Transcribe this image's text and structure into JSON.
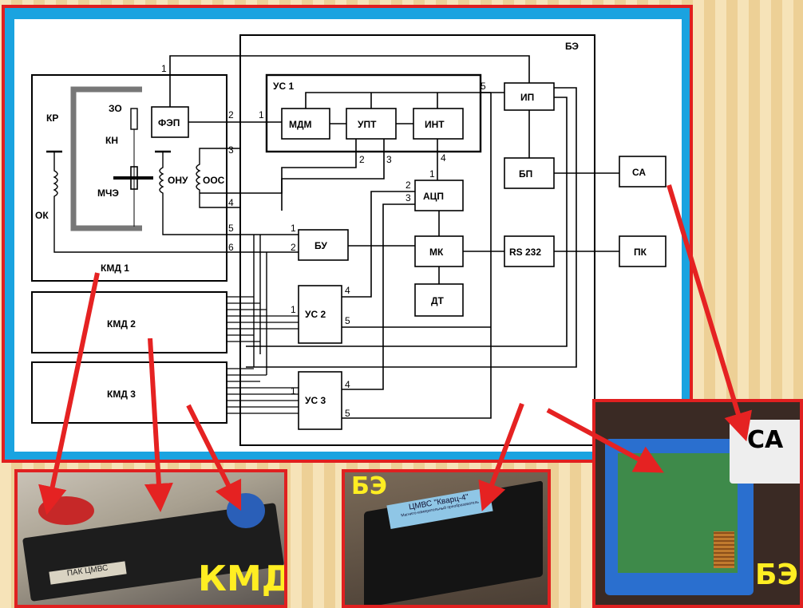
{
  "diagram": {
    "be_title": "БЭ",
    "blocks": {
      "fep": "ФЭП",
      "us1": "УС 1",
      "mdm": "МДМ",
      "upt": "УПТ",
      "int": "ИНТ",
      "ip": "ИП",
      "bp": "БП",
      "ca": "СА",
      "acp": "АЦП",
      "bu": "БУ",
      "mk": "МК",
      "rs232": "RS 232",
      "pk": "ПК",
      "dt": "ДТ",
      "us2": "УС 2",
      "us3": "УС 3",
      "kmd1": "КМД 1",
      "kmd2": "КМД 2",
      "kmd3": "КМД 3"
    },
    "labels": {
      "kr": "КР",
      "zo": "ЗО",
      "kn": "КН",
      "mche": "МЧЭ",
      "ok": "ОК",
      "onu": "ОНУ",
      "oos": "ООС"
    },
    "pins": {
      "p1": "1",
      "p2": "2",
      "p3": "3",
      "p4": "4",
      "p5": "5",
      "p6": "6"
    }
  },
  "photos": {
    "kmd_label": "КМД",
    "be_label_bottom": "БЭ",
    "be_label_right": "БЭ",
    "ca_label": "СА",
    "device_plate": "ЦМВС \"Кварц-4\"",
    "device_subtitle": "Магнито-измерительный преобразователь",
    "kmd_plate": "ПАК ЦМВС"
  },
  "colors": {
    "frame_red": "#e02020",
    "frame_blue": "#1aa3e0",
    "label_yellow": "#ffee22",
    "arrow_red": "#e52222"
  }
}
